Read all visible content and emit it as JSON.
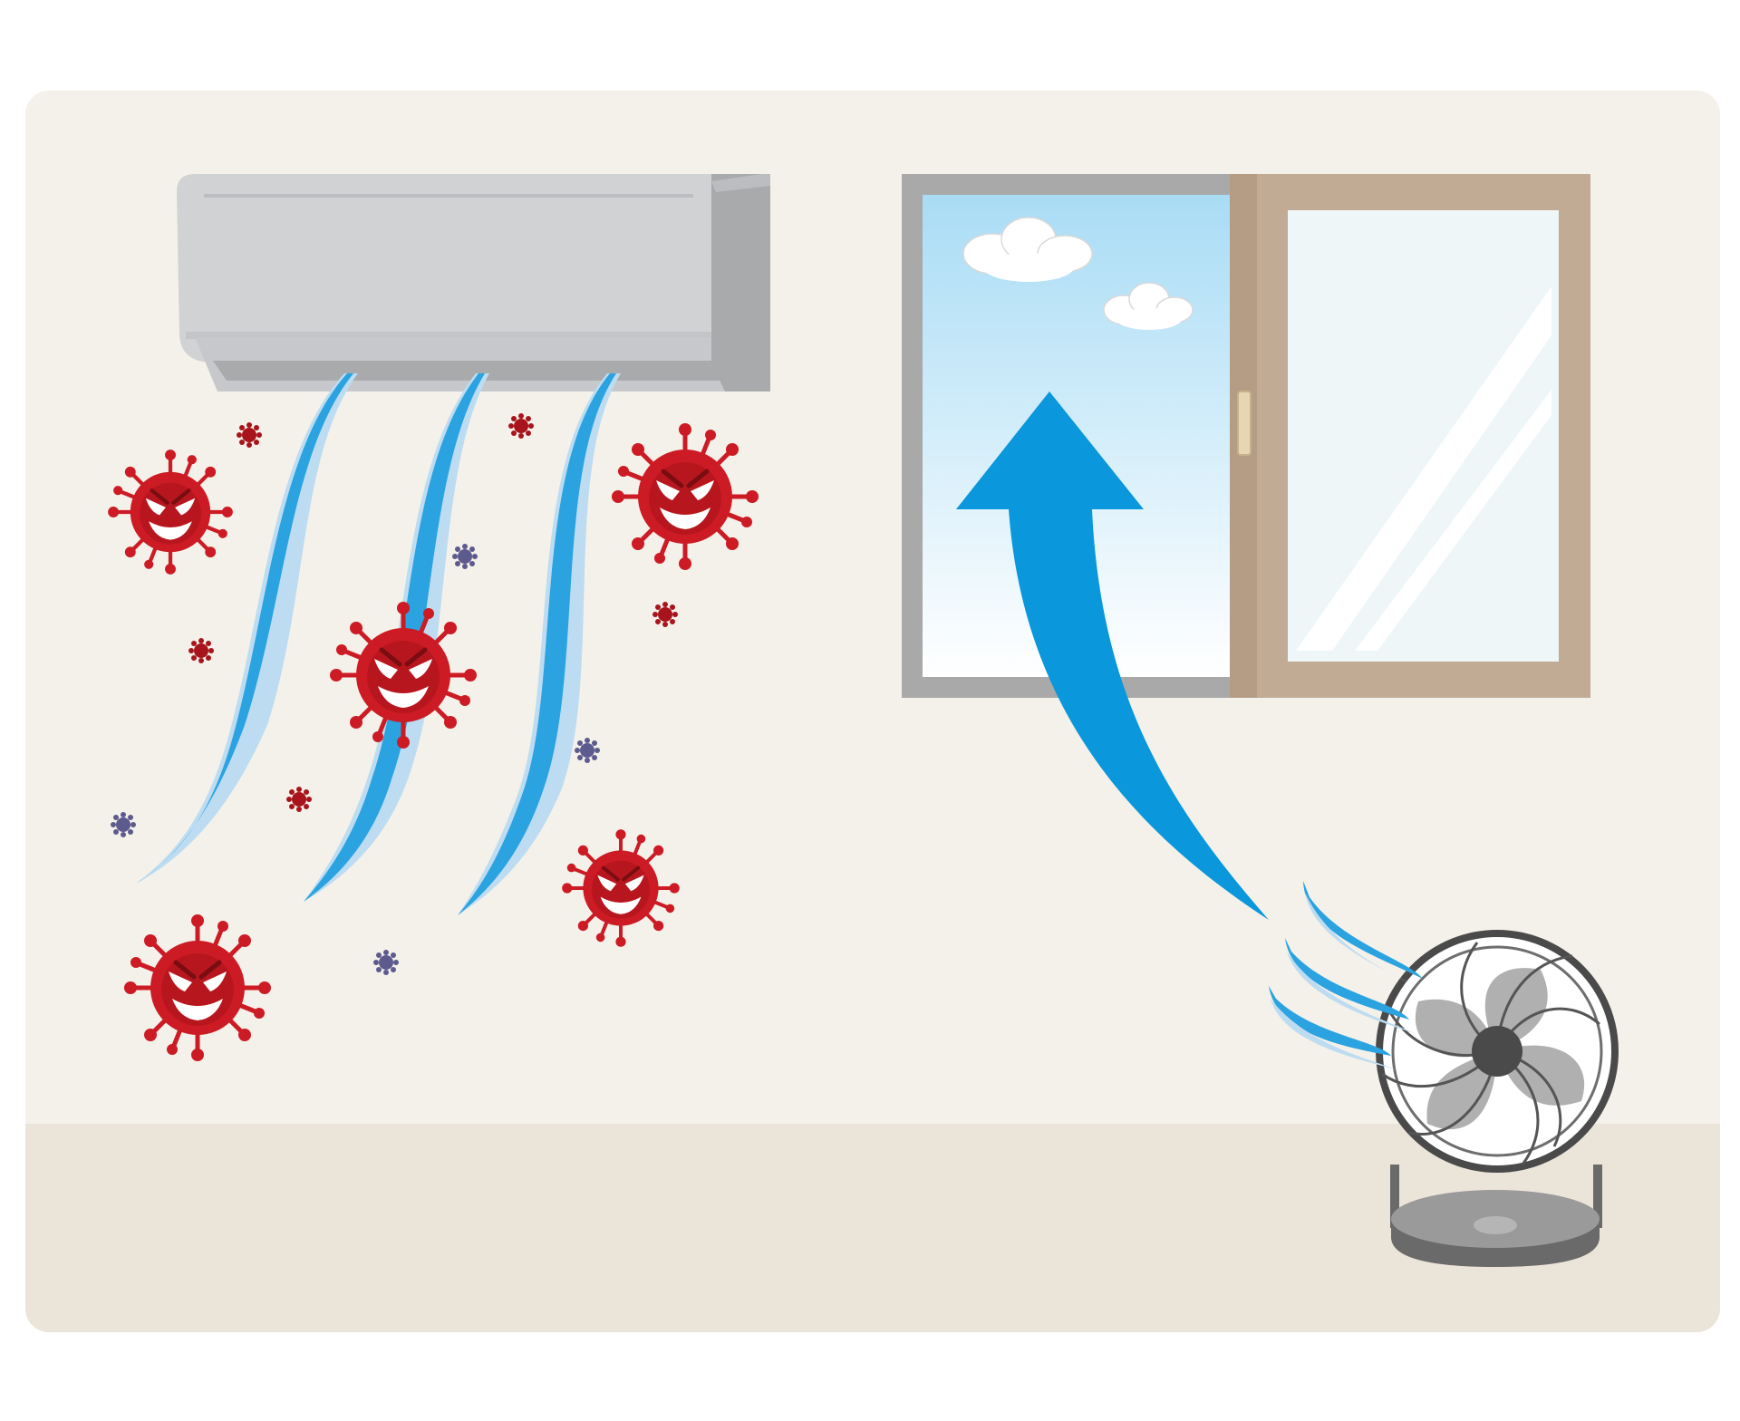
{
  "colors": {
    "background": "#ffffff",
    "wall": "#f4f1ea",
    "floor": "#ebe4d8",
    "aircon_body": "#d1d2d4",
    "aircon_side": "#a9aaac",
    "window_frame_left": "#a9a9a9",
    "window_frame_right": "#c2ab94",
    "sky_top": "#a9dcf5",
    "sky_bottom": "#ffffff",
    "airflow_dark": "#2aa3e0",
    "airflow_light": "#bddcf2",
    "arrow": "#0a97dc",
    "virus": "#cc1b24",
    "virus_dark": "#a8141b",
    "small_virus_red": "#a8141b",
    "small_virus_purple": "#5d5a8e",
    "fan_dark": "#4a4a4a",
    "fan_blade": "#9a9a9a"
  },
  "icons": {
    "aircon": "air-conditioner-icon",
    "window": "window-icon",
    "arrow": "ventilation-arrow-icon",
    "fan": "circulator-fan-icon",
    "virus": "virus-icon",
    "cloud": "cloud-icon"
  },
  "viruses_large": [
    {
      "id": 1
    },
    {
      "id": 2
    },
    {
      "id": 3
    },
    {
      "id": 4
    },
    {
      "id": 5
    }
  ],
  "viruses_small": [
    {
      "id": 1,
      "tone": "red"
    },
    {
      "id": 2,
      "tone": "red"
    },
    {
      "id": 3,
      "tone": "red"
    },
    {
      "id": 4,
      "tone": "red"
    },
    {
      "id": 5,
      "tone": "red"
    },
    {
      "id": 6,
      "tone": "purple"
    },
    {
      "id": 7,
      "tone": "purple"
    },
    {
      "id": 8,
      "tone": "purple"
    },
    {
      "id": 9,
      "tone": "purple"
    }
  ]
}
